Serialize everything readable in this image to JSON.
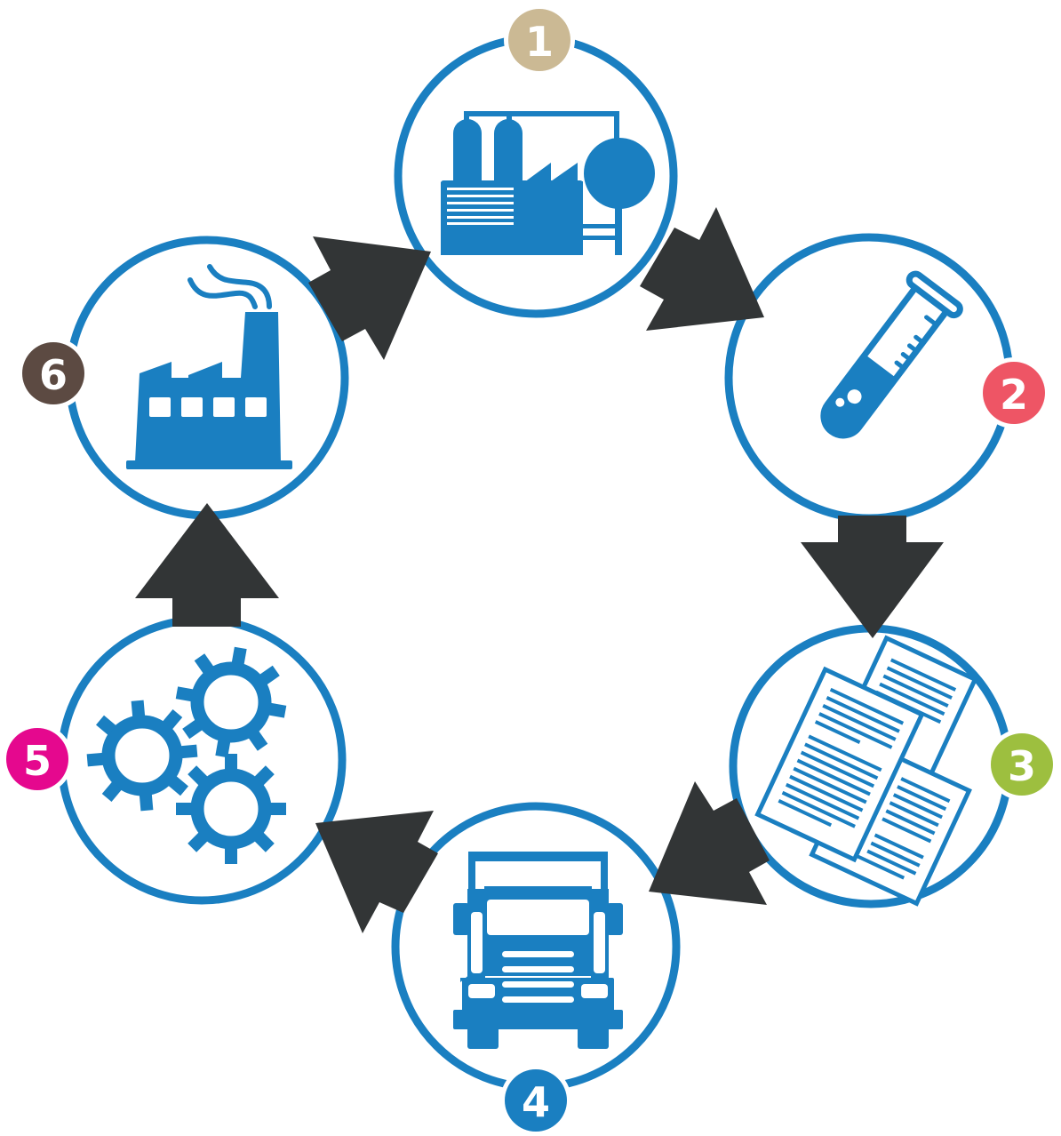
{
  "diagram": {
    "type": "cycle",
    "colors": {
      "ring": "#1A7FC1",
      "icon": "#1A7FC1",
      "arrow": "#323536",
      "background": "#FFFFFF"
    },
    "steps": [
      {
        "number": "1",
        "icon": "industrial-plant-icon",
        "badge_color": "#CBB994"
      },
      {
        "number": "2",
        "icon": "test-tube-icon",
        "badge_color": "#EE5565"
      },
      {
        "number": "3",
        "icon": "documents-icon",
        "badge_color": "#9DBF3F"
      },
      {
        "number": "4",
        "icon": "truck-icon",
        "badge_color": "#1A7FC1"
      },
      {
        "number": "5",
        "icon": "gears-icon",
        "badge_color": "#E5088E"
      },
      {
        "number": "6",
        "icon": "factory-icon",
        "badge_color": "#5C4A42"
      }
    ],
    "flow": [
      "1 → 2",
      "2 → 3",
      "3 → 4",
      "4 → 5",
      "5 → 6",
      "6 → 1"
    ]
  }
}
